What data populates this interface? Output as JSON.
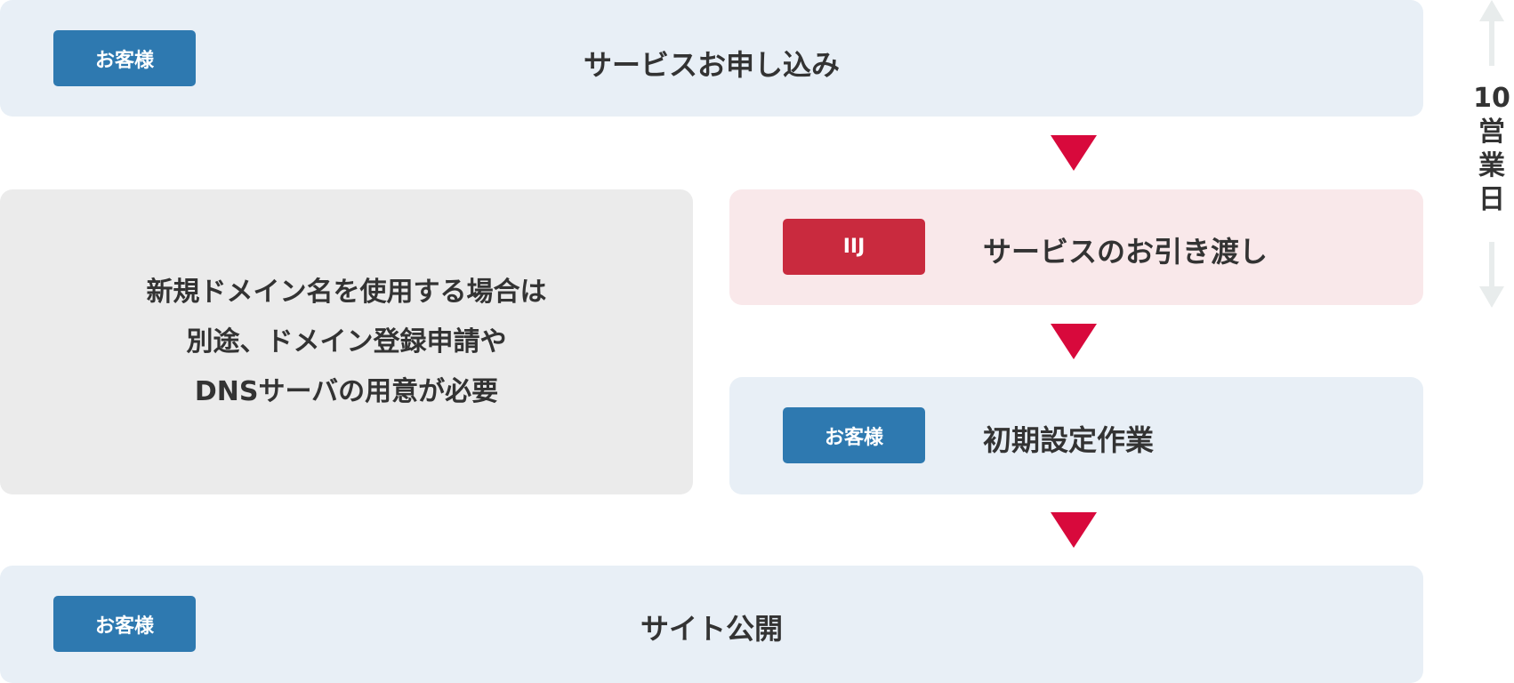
{
  "steps": [
    {
      "actor": "お客様",
      "label": "サービスお申し込み"
    },
    {
      "actor": "IIJ",
      "label": "サービスのお引き渡し"
    },
    {
      "actor": "お客様",
      "label": "初期設定作業"
    },
    {
      "actor": "お客様",
      "label": "サイト公開"
    }
  ],
  "note": {
    "lines": [
      "新規ドメイン名を使用する場合は",
      "別途、ドメイン登録申請や",
      "DNSサーバの用意が必要"
    ]
  },
  "duration": {
    "number": "10",
    "chars": [
      "営",
      "業",
      "日"
    ]
  },
  "colors": {
    "customer": "#2e79b0",
    "iij": "#c92a3e",
    "arrow": "#d8093c"
  }
}
